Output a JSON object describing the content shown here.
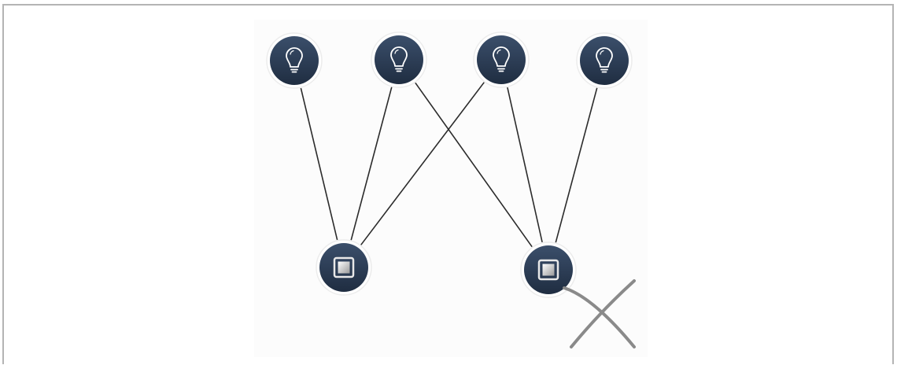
{
  "diagram": {
    "colors": {
      "node_fill_top": "#3b4f6b",
      "node_fill_bottom": "#1f2d41",
      "node_ring": "#ececec",
      "connection": "#2b2b2b",
      "cross_mark": "#8a8a8a",
      "frame_border": "#b4b4b4"
    },
    "lamps": [
      {
        "id": "lamp-1",
        "icon": "lightbulb-icon"
      },
      {
        "id": "lamp-2",
        "icon": "lightbulb-icon"
      },
      {
        "id": "lamp-3",
        "icon": "lightbulb-icon"
      },
      {
        "id": "lamp-4",
        "icon": "lightbulb-icon"
      }
    ],
    "switches": [
      {
        "id": "switch-1",
        "icon": "switch-icon",
        "disabled": false
      },
      {
        "id": "switch-2",
        "icon": "switch-icon",
        "disabled": true
      }
    ],
    "connections": [
      {
        "from": "lamp-1",
        "to": "switch-1"
      },
      {
        "from": "lamp-2",
        "to": "switch-1"
      },
      {
        "from": "lamp-3",
        "to": "switch-1"
      },
      {
        "from": "lamp-2",
        "to": "switch-2"
      },
      {
        "from": "lamp-3",
        "to": "switch-2"
      },
      {
        "from": "lamp-4",
        "to": "switch-2"
      }
    ],
    "removal_mark": {
      "target": "switch-2",
      "icon": "cross-icon"
    }
  }
}
